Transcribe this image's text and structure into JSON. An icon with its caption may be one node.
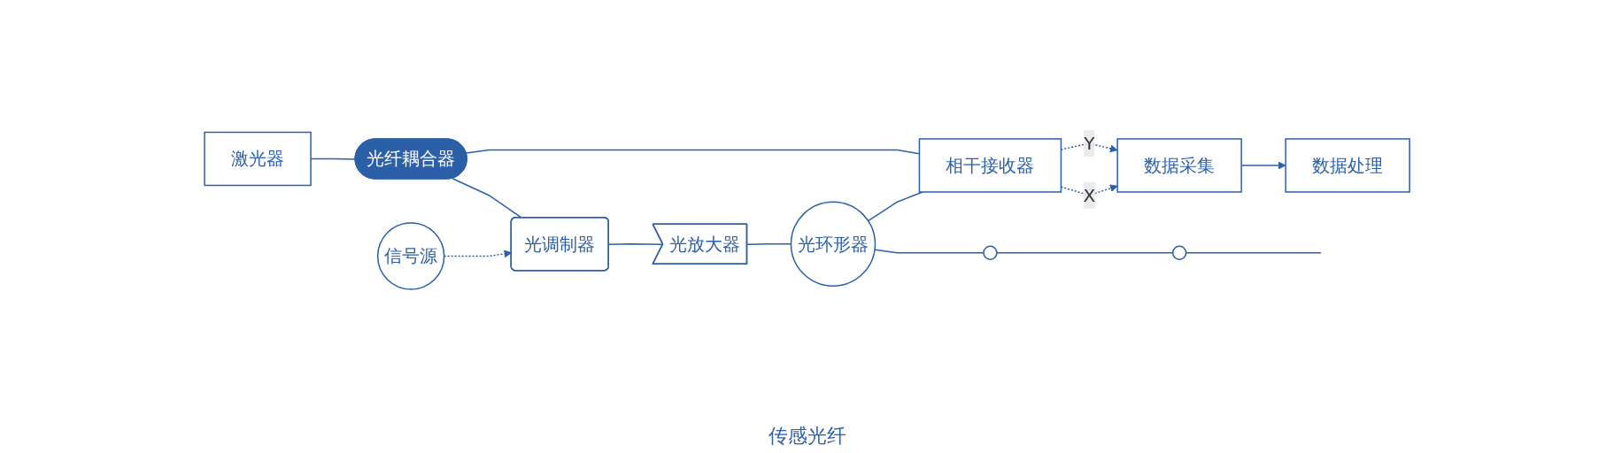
{
  "diagram": {
    "nodes": [
      {
        "text": [
          "激光器"
        ]
      },
      {
        "text": [
          "光纤耦合器"
        ]
      },
      {
        "text": [
          "光调制器"
        ]
      },
      {
        "text": [
          "信号源"
        ]
      },
      {
        "text": [
          "光放大器"
        ]
      },
      {
        "text": [
          "光环形器"
        ]
      },
      {
        "text": [],
        "shape": "circle"
      },
      {
        "text": [],
        "shape": "circle"
      },
      {
        "text": [
          "相干接收器"
        ]
      },
      {
        "text": [
          "数据采集"
        ]
      },
      {
        "text": [
          "数据处理"
        ]
      }
    ],
    "edges": [
      {
        "from": 0,
        "to": 1,
        "arrow": "none"
      },
      {
        "from": 1,
        "to": 2,
        "arrow": "none"
      },
      {
        "from": 3,
        "to": 2,
        "arrow": "to",
        "style": "dashed"
      },
      {
        "from": 2,
        "to": 4,
        "arrow": "none"
      },
      {
        "from": 4,
        "to": 5,
        "arrow": "none"
      },
      {
        "from": 5,
        "to": 6,
        "arrow": "none"
      },
      {
        "from": 6,
        "to": 7,
        "arrow": "none"
      },
      {
        "from": 7,
        "to": null,
        "arrow": "none"
      },
      {
        "from": 5,
        "to": 8,
        "arrow": "none"
      },
      {
        "from": 1,
        "to": 8,
        "arrow": "none"
      },
      {
        "from": 8,
        "to": 9,
        "label": "X",
        "arrow": "to",
        "style": "dashed"
      },
      {
        "from": 8,
        "to": 9,
        "label": "Y",
        "arrow": "to",
        "style": "dashed"
      },
      {
        "from": 9,
        "to": 10,
        "arrow": "to"
      }
    ],
    "labels": [
      "传感光纤"
    ]
  }
}
